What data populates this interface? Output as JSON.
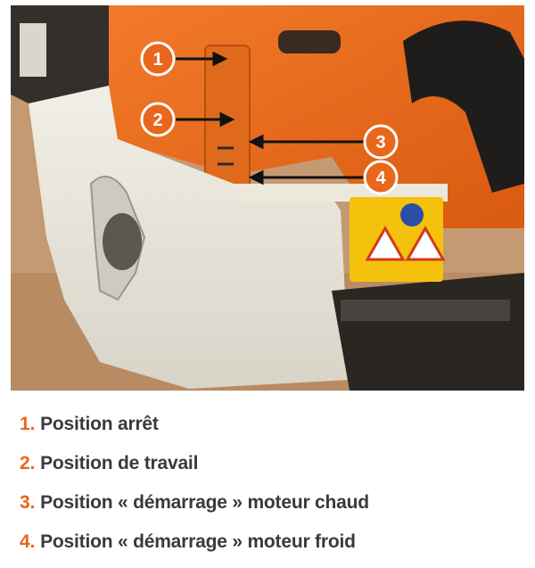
{
  "photo": {
    "callouts": [
      {
        "number": "1"
      },
      {
        "number": "2"
      },
      {
        "number": "3"
      },
      {
        "number": "4"
      }
    ]
  },
  "colors": {
    "accent": "#e8671c",
    "text": "#3a3a3a",
    "callout_fill": "#e8671c"
  },
  "legend": {
    "items": [
      {
        "number": "1.",
        "text": "Position arrêt"
      },
      {
        "number": "2.",
        "text": "Position de travail"
      },
      {
        "number": "3.",
        "text": "Position « démarrage » moteur chaud"
      },
      {
        "number": "4.",
        "text": "Position « démarrage » moteur froid"
      }
    ]
  }
}
